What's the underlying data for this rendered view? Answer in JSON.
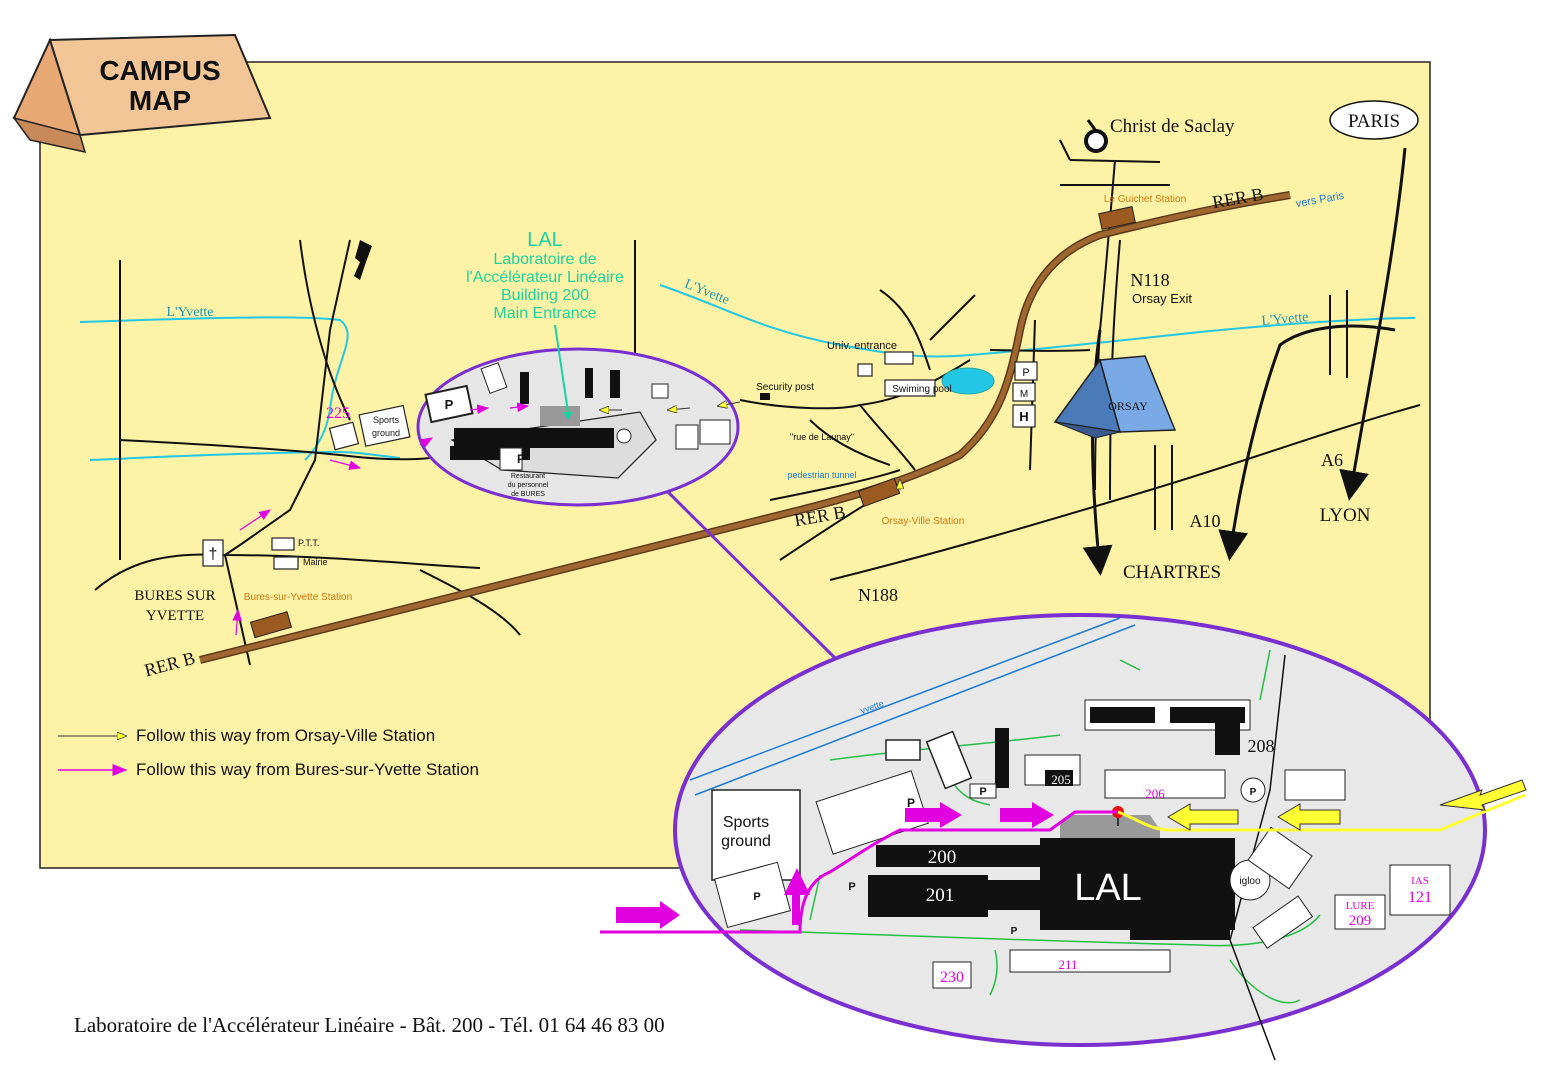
{
  "title": {
    "line1": "CAMPUS",
    "line2": "MAP"
  },
  "places": {
    "christ_saclay": "Christ de Saclay",
    "paris": "PARIS",
    "lyon": "LYON",
    "chartres": "CHARTRES",
    "bures": {
      "line1": "BURES SUR",
      "line2": "YVETTE"
    },
    "ptt": "P.T.T.",
    "mairie": "Mairie",
    "univ_entrance": "Univ. entrance",
    "swimming_pool": "Swiming pool",
    "security_post": "Security post",
    "rue_launay": "\"rue de Launay\"",
    "pedestrian_tunnel": "pedestrian tunnel",
    "sports_ground_small": {
      "line1": "Sports",
      "line2": "ground"
    },
    "restaurant": {
      "line1": "Restaurant",
      "line2": "du personnel",
      "line3": "de BURES"
    },
    "orsay_sign": "ORSAY",
    "orsay_exit": "Orsay Exit"
  },
  "rivers": {
    "yvette_1": "L'Yvette",
    "yvette_2": "L'Yvette",
    "yvette_3": "L'Yvette",
    "yvette_inset": "yvette"
  },
  "roads": {
    "n118": "N118",
    "n188": "N188",
    "a6": "A6",
    "a10": "A10"
  },
  "rail": {
    "rer_b_1": "RER B",
    "rer_b_2": "RER B",
    "rer_b_3": "RER B",
    "vers_paris": "vers Paris",
    "le_guichet": "Le Guichet Station",
    "orsay_ville": "Orsay-Ville Station",
    "bures_station": "Bures-sur-Yvette Station"
  },
  "lal_callout": {
    "name": "LAL",
    "line1": "Laboratoire de",
    "line2": "l'Accélérateur Linéaire",
    "line3": "Building 200",
    "line4": "Main Entrance"
  },
  "building_225": "225",
  "parking": "P",
  "symbols": {
    "metro": "M",
    "hospital": "H",
    "church": "†"
  },
  "legend": {
    "orsay": "Follow this way from Orsay-Ville Station",
    "bures": "Follow this way from Bures-sur-Yvette Station"
  },
  "inset": {
    "lal": "LAL",
    "sports_ground": {
      "line1": "Sports",
      "line2": "ground"
    },
    "b200": "200",
    "b201": "201",
    "b205": "205",
    "b206": "206",
    "b208": "208",
    "b211": "211",
    "b230": "230",
    "igloo": "igloo",
    "lure": {
      "line1": "LURE",
      "line2": "209"
    },
    "ias": {
      "line1": "IAS",
      "line2": "121"
    }
  },
  "footer": "Laboratoire de l'Accélérateur Linéaire - Bât. 200 - Tél. 01 64 46 83 00",
  "colors": {
    "map_bg": "#fdf2a6",
    "river": "#22c7e6",
    "rail": "#8b5a2b",
    "lal_text": "#19d3a0",
    "orsay_arrow": "#ffff33",
    "bures_arrow": "#e000e0",
    "inset_bg": "#e8e8e8",
    "inset_border": "#7a2fd0",
    "sign": "#f2c597",
    "orsay_sign": "#7aaae6"
  }
}
